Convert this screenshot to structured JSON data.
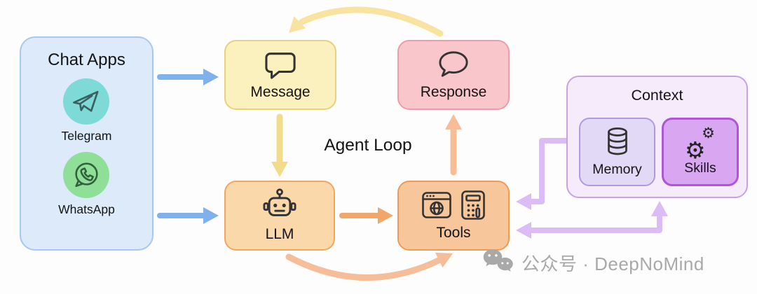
{
  "diagram": {
    "loop_label": "Agent Loop",
    "chat_apps": {
      "title": "Chat Apps",
      "items": [
        {
          "label": "Telegram",
          "icon": "telegram-icon"
        },
        {
          "label": "WhatsApp",
          "icon": "whatsapp-icon"
        }
      ]
    },
    "nodes": [
      {
        "id": "message",
        "label": "Message",
        "icon": "speech-bubble-square-icon"
      },
      {
        "id": "llm",
        "label": "LLM",
        "icon": "robot-icon"
      },
      {
        "id": "tools",
        "label": "Tools",
        "icons": [
          "browser-globe-icon",
          "calculator-icon"
        ]
      },
      {
        "id": "response",
        "label": "Response",
        "icon": "speech-bubble-round-icon"
      }
    ],
    "context": {
      "title": "Context",
      "items": [
        {
          "label": "Memory",
          "icon": "database-icon"
        },
        {
          "label": "Skills",
          "icon": "gears-icon"
        }
      ]
    },
    "edges": [
      {
        "from": "Chat Apps",
        "to": "Message",
        "color": "blue",
        "style": "straight"
      },
      {
        "from": "Chat Apps",
        "to": "LLM",
        "color": "blue",
        "style": "straight"
      },
      {
        "from": "Message",
        "to": "LLM",
        "color": "yellow",
        "style": "straight"
      },
      {
        "from": "LLM",
        "to": "Tools",
        "color": "orange",
        "style": "straight"
      },
      {
        "from": "LLM",
        "to": "Tools",
        "color": "orange",
        "style": "curved-bottom"
      },
      {
        "from": "Tools",
        "to": "Response",
        "color": "salmon",
        "style": "straight"
      },
      {
        "from": "Response",
        "to": "Message",
        "color": "yellow",
        "style": "curved-top"
      },
      {
        "from": "Context",
        "to": "Tools",
        "color": "purple",
        "style": "elbow"
      },
      {
        "from": "Tools",
        "to": "Context",
        "color": "purple",
        "style": "elbow",
        "double_headed": true
      }
    ]
  },
  "icons": {
    "gear_glyph": "⚙"
  },
  "watermark": {
    "icon": "wechat-icon",
    "text": "公众号 · DeepNoMind"
  },
  "colors": {
    "canvas-bg": "#fdfdfd",
    "text-color": "#141414",
    "chat-panel-fill": "#DCEAF9",
    "chat-panel-border": "#A7C8F0",
    "telegram-bg": "#7EDAD7",
    "telegram-stroke": "#3A6061",
    "whatsapp-bg": "#90DF99",
    "whatsapp-stroke": "#31603D",
    "message-fill": "#FBF1BF",
    "message-border": "#E8D07D",
    "response-fill": "#F9C6CB",
    "response-border": "#E99EA8",
    "llm-fill": "#FBD8AA",
    "llm-border": "#F0A760",
    "tools-fill": "#F8C69B",
    "tools-border": "#EE9B59",
    "context-fill": "#F5EBFB",
    "context-border": "#C9A2E3",
    "memory-fill": "#E2D9F6",
    "memory-border": "#B199DD",
    "skills-fill": "#D9A6F1",
    "skills-border": "#AE55D8",
    "arrow-blue": "#7FB2EC",
    "arrow-yellow": "#F2DC8C",
    "arrow-yellow-light": "#F9E3A1",
    "arrow-orange": "#F1A769",
    "arrow-orange-light": "#F5BD98",
    "arrow-salmon": "#F8BD97",
    "arrow-purple": "#DCBCF6",
    "icon-stroke": "#333333",
    "watermark-color": "#A9A9A9"
  }
}
